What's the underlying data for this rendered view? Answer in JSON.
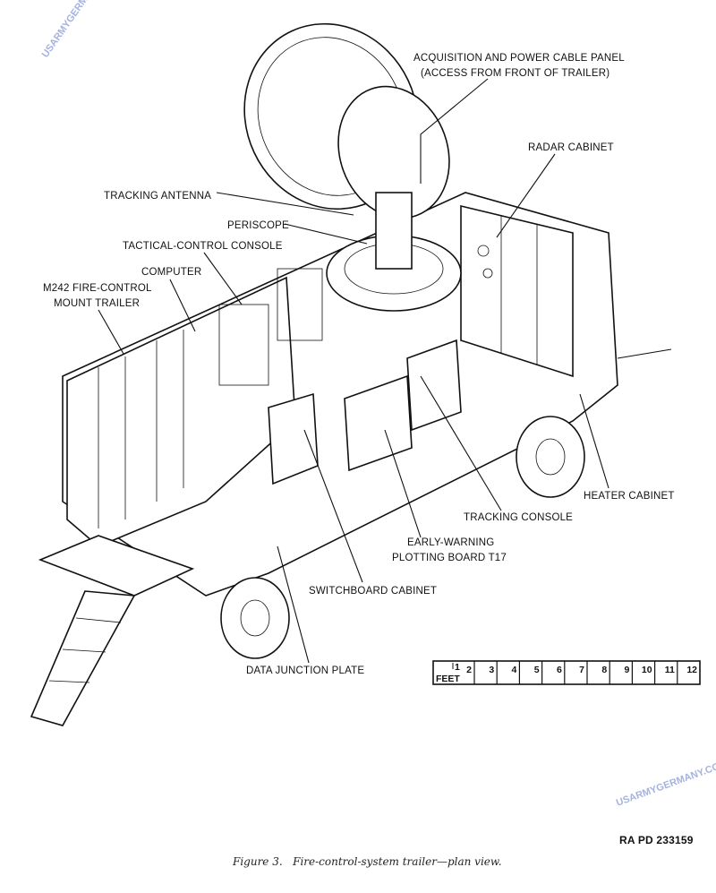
{
  "labels": {
    "acq_panel_1": "ACQUISITION AND POWER CABLE PANEL",
    "acq_panel_2": "(ACCESS FROM FRONT OF TRAILER)",
    "radar_cabinet": "RADAR CABINET",
    "tracking_antenna": "TRACKING ANTENNA",
    "periscope": "PERISCOPE",
    "tactical_console": "TACTICAL-CONTROL CONSOLE",
    "computer": "COMPUTER",
    "trailer_1": "M242 FIRE-CONTROL",
    "trailer_2": "MOUNT TRAILER",
    "heater_cabinet": "HEATER CABINET",
    "tracking_console": "TRACKING CONSOLE",
    "early_warning_1": "EARLY-WARNING",
    "early_warning_2": "PLOTTING BOARD T17",
    "switchboard": "SWITCHBOARD CABINET",
    "data_junction": "DATA JUNCTION PLATE"
  },
  "scale": {
    "unit": "FEET",
    "ticks": [
      "1",
      "2",
      "3",
      "4",
      "5",
      "6",
      "7",
      "8",
      "9",
      "10",
      "11",
      "12"
    ]
  },
  "plate_number": "RA PD 233159",
  "caption": "Figure 3.   Fire-control-system trailer—plan view.",
  "watermark": "USARMYGERMANY.COM"
}
